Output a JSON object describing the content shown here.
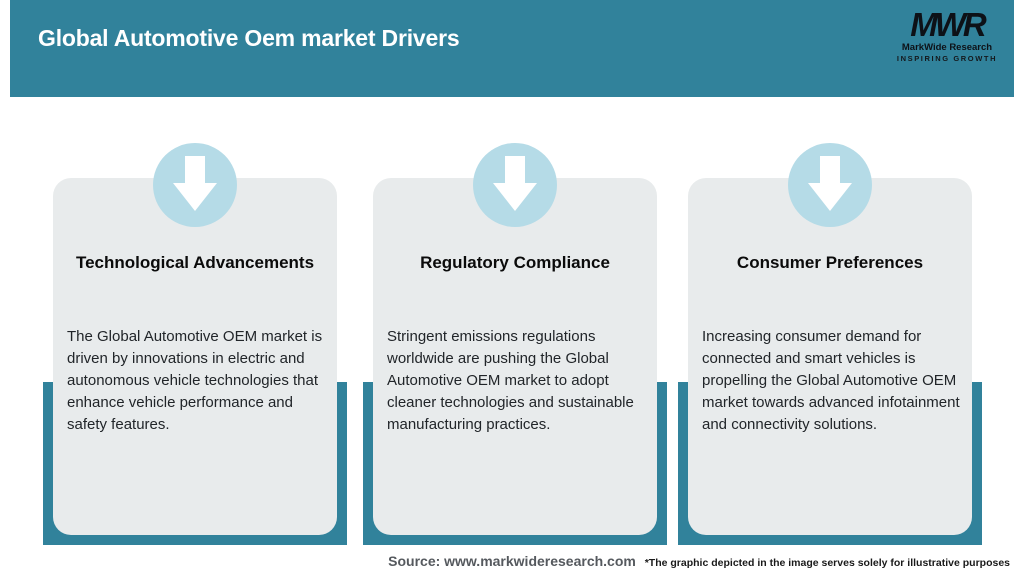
{
  "header": {
    "title": "Global Automotive Oem market Drivers",
    "logo": {
      "monogram": "MWR",
      "name": "MarkWide Research",
      "tagline": "INSPIRING GROWTH"
    }
  },
  "cards": [
    {
      "icon": "down-arrow-icon",
      "title": "Technological Advancements",
      "description": "The Global Automotive OEM market is driven by innovations in electric and autonomous vehicle technologies that enhance vehicle performance and safety features."
    },
    {
      "icon": "down-arrow-icon",
      "title": "Regulatory Compliance",
      "description": "Stringent emissions regulations worldwide are pushing the Global Automotive OEM market to adopt cleaner technologies and sustainable manufacturing practices."
    },
    {
      "icon": "down-arrow-icon",
      "title": "Consumer Preferences",
      "description": "Increasing consumer demand for connected and smart vehicles is propelling the Global Automotive OEM market towards advanced infotainment and connectivity solutions."
    }
  ],
  "footer": {
    "source": "Source: www.markwideresearch.com",
    "disclaimer": "*The graphic depicted in the image serves solely for illustrative purposes"
  },
  "colors": {
    "teal": "#31829B",
    "light_blue": "#B5DBE7",
    "card_bg": "#E8EBEC"
  }
}
